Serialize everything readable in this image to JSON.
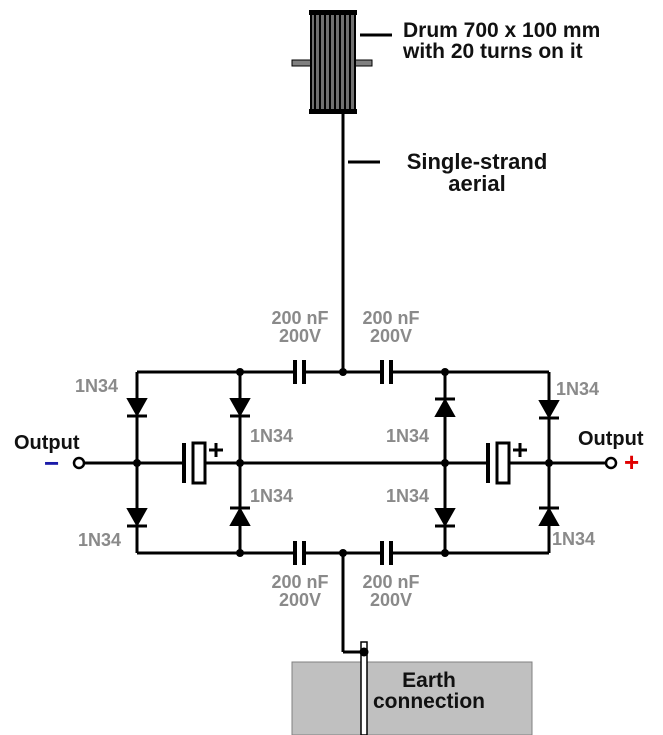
{
  "labels": {
    "drum_line1": "Drum 700 x 100 mm",
    "drum_line2": "with 20 turns on it",
    "aerial_line1": "Single-strand",
    "aerial_line2": "aerial",
    "output": "Output",
    "negative_sign": "−",
    "positive_sign": "+",
    "earth_line1": "Earth",
    "earth_line2": "connection"
  },
  "capacitor_label": {
    "value": "200 nF",
    "voltage": "200V"
  },
  "diode_label": "1N34",
  "colors": {
    "wire": "#000000",
    "component_label": "#8a8a8a",
    "negative": "#1a1aa8",
    "positive": "#e00000",
    "earth_block": "#c0c0c0"
  }
}
